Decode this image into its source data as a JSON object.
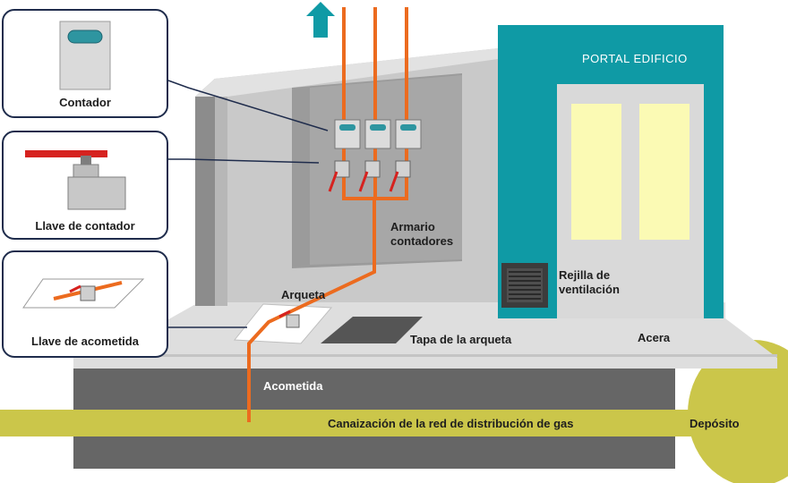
{
  "labels": {
    "contador": "Contador",
    "llave_contador": "Llave de contador",
    "llave_acometida": "Llave de acometida",
    "portal": "PORTAL EDIFICIO",
    "armario": "Armario contadores",
    "rejilla": "Rejilla de ventilación",
    "arqueta": "Arqueta",
    "tapa": "Tapa de la arqueta",
    "acera": "Acera",
    "acometida": "Acometida",
    "canalizacion": "Canaización de la red de distribución de gas",
    "deposito": "Depósito"
  },
  "icons": {
    "flow": "up-arrow-icon",
    "meter": "gas-meter-icon",
    "valve": "valve-icon",
    "vent": "ventilation-grille-icon"
  },
  "colors": {
    "pipe": "#ec6b1f",
    "portal": "#0f9aa5",
    "gas_main": "#cbc64a",
    "valve_red": "#d6221f",
    "callout_border": "#1f2c4c",
    "window": "#fbfab4"
  }
}
